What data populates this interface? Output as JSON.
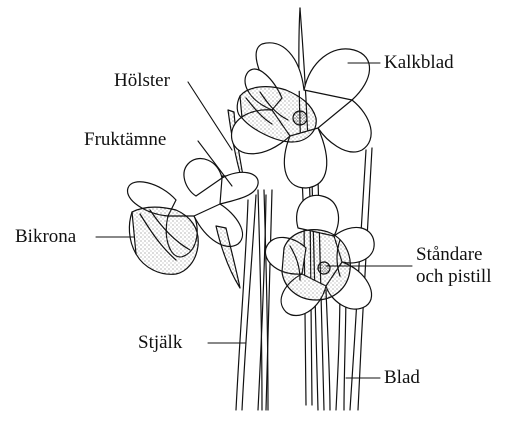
{
  "diagram": {
    "labels": {
      "kalkblad": "Kalkblad",
      "holster": "Hölster",
      "fruktamne": "Fruktämne",
      "bikrona": "Bikrona",
      "standare_line1": "Ståndare",
      "standare_line2": "och pistill",
      "stjalk": "Stjälk",
      "blad": "Blad"
    },
    "colors": {
      "ink": "#111111",
      "shade": "#8a8a8a",
      "paper": "#ffffff"
    }
  }
}
